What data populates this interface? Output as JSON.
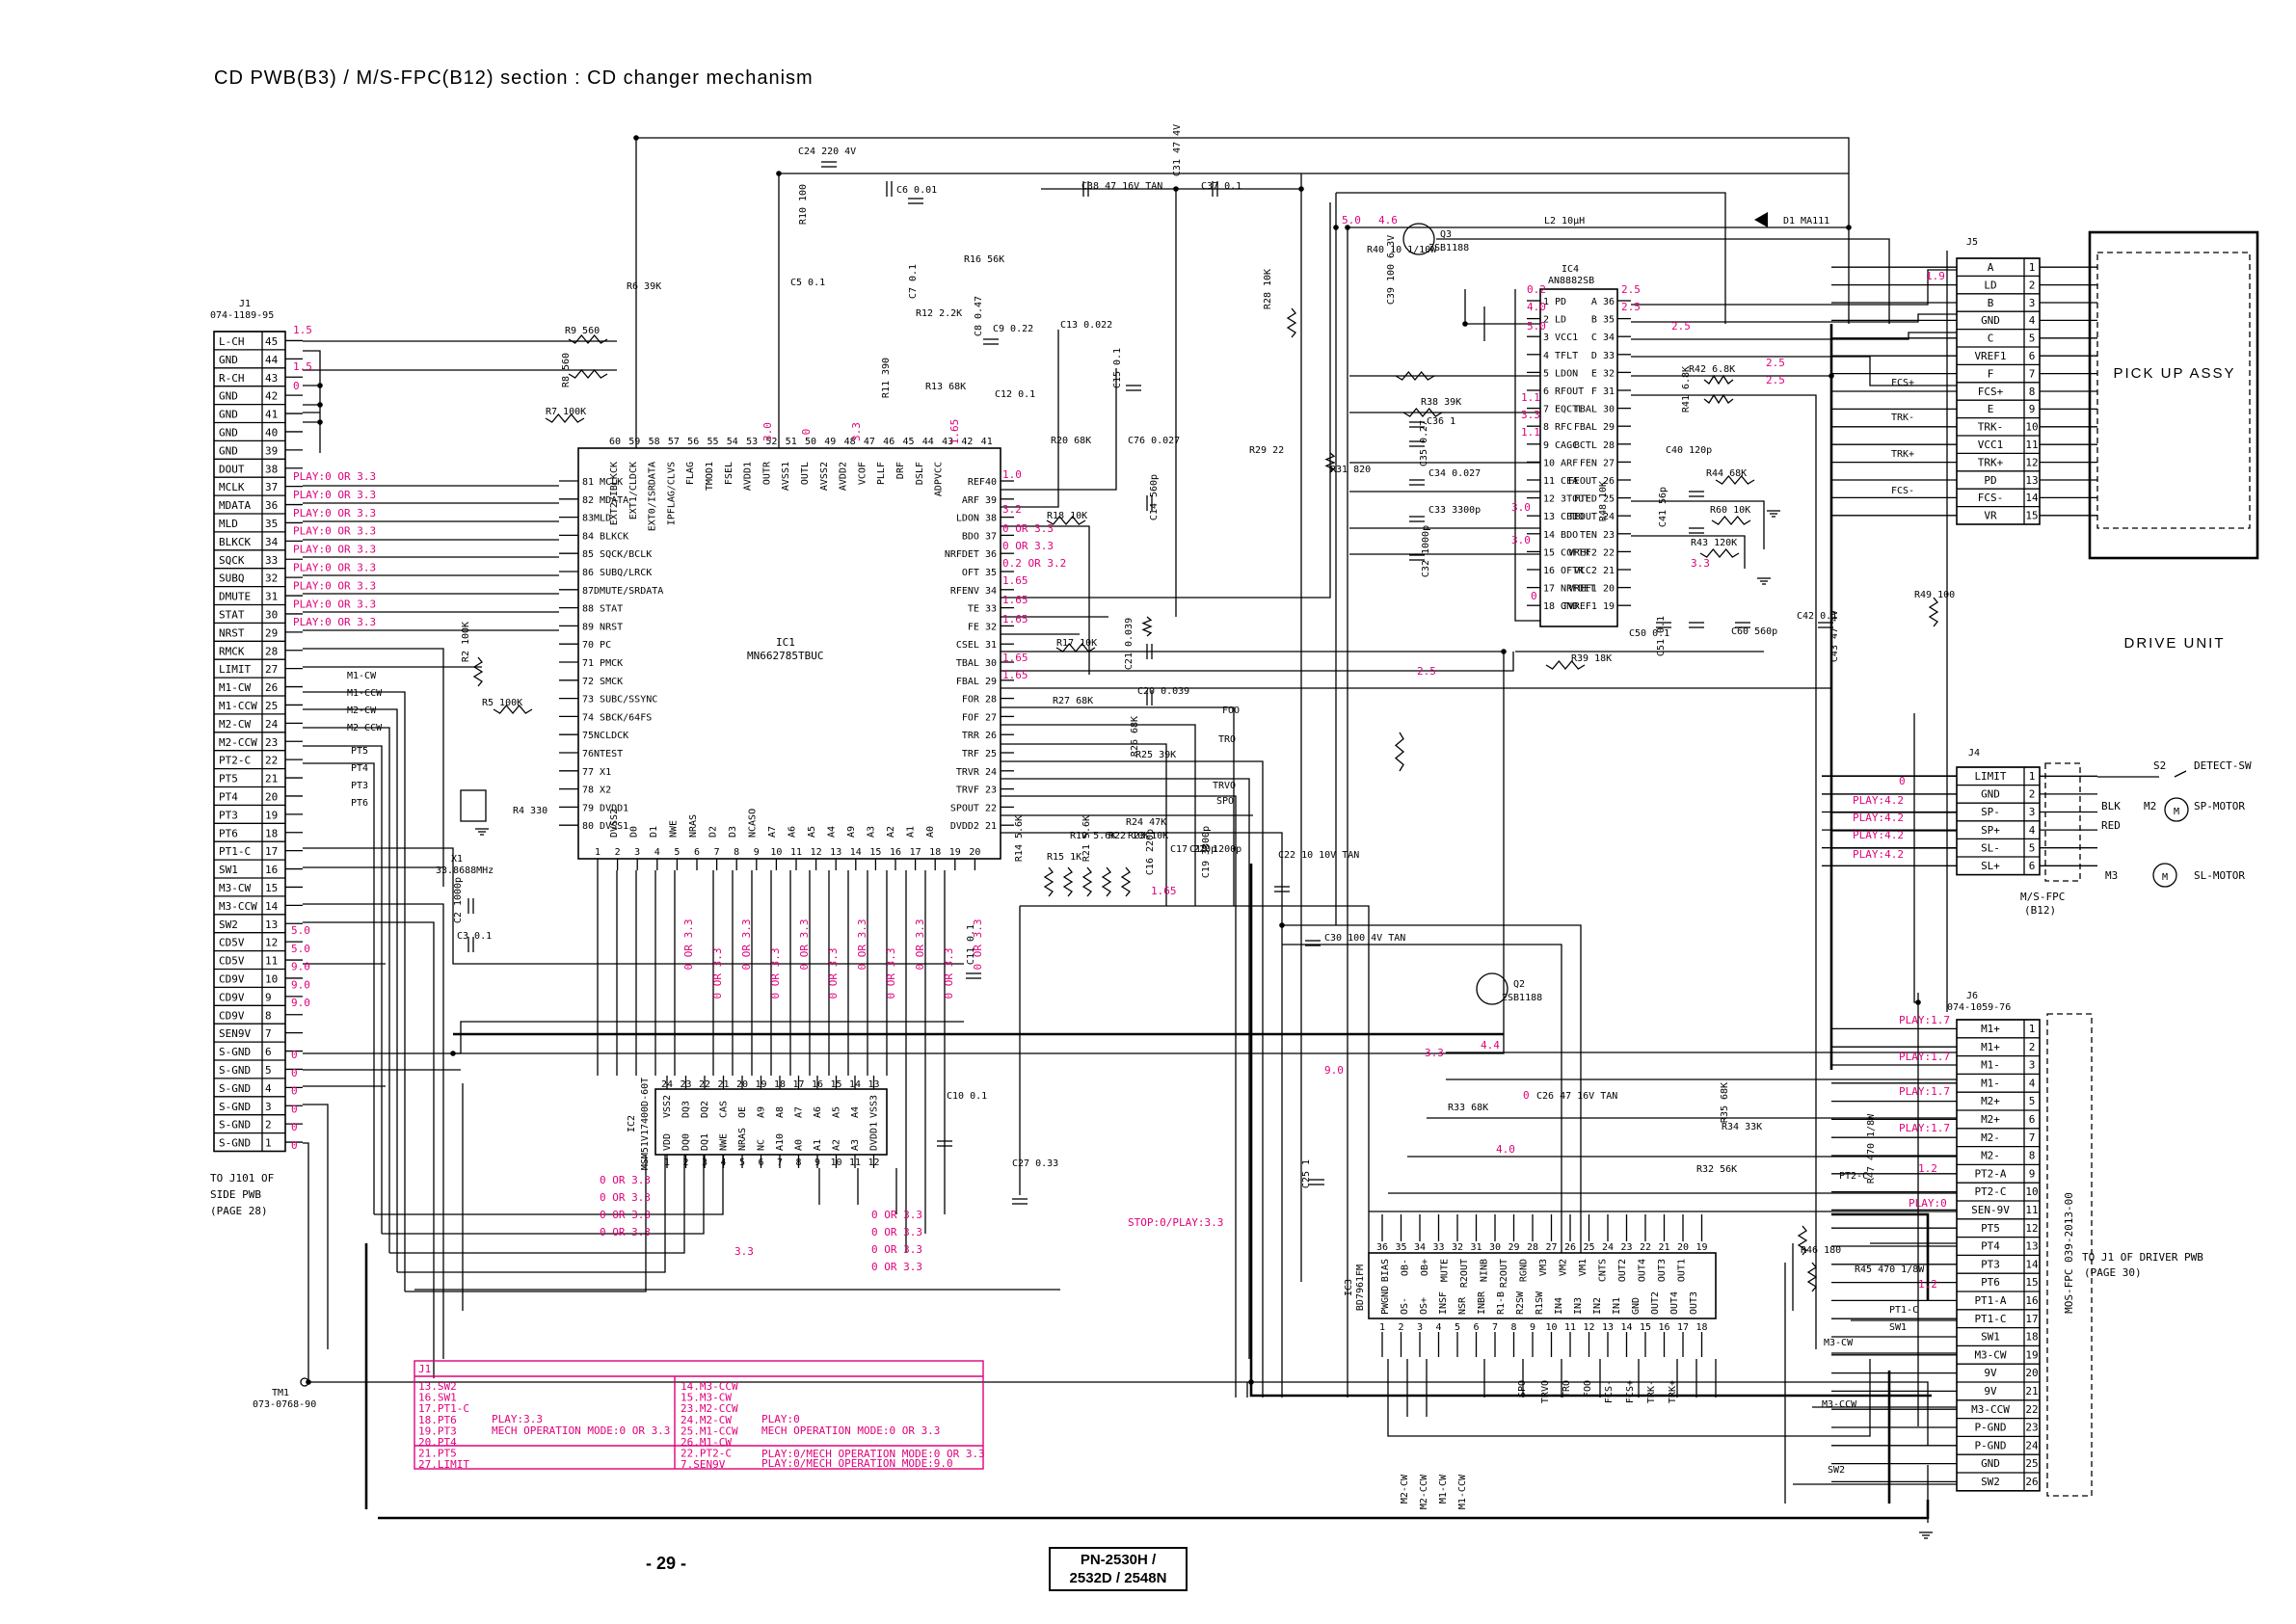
{
  "title": "CD PWB(B3) / M/S-FPC(B12) section : CD changer mechanism",
  "page_number": "- 29 -",
  "model": [
    "PN-2530H /",
    "2532D / 2548N"
  ],
  "colors": {
    "ink": "#000000",
    "voltage_annotation": "#e0007a"
  },
  "j1": {
    "ref": "J1",
    "part": "074-1189-95",
    "note": [
      "TO J101 OF",
      "SIDE PWB",
      "(PAGE 28)"
    ],
    "pins": [
      [
        "L-CH",
        "45"
      ],
      [
        "GND",
        "44"
      ],
      [
        "R-CH",
        "43"
      ],
      [
        "GND",
        "42"
      ],
      [
        "GND",
        "41"
      ],
      [
        "GND",
        "40"
      ],
      [
        "GND",
        "39"
      ],
      [
        "DOUT",
        "38"
      ],
      [
        "MCLK",
        "37"
      ],
      [
        "MDATA",
        "36"
      ],
      [
        "MLD",
        "35"
      ],
      [
        "BLKCK",
        "34"
      ],
      [
        "SQCK",
        "33"
      ],
      [
        "SUBQ",
        "32"
      ],
      [
        "DMUTE",
        "31"
      ],
      [
        "STAT",
        "30"
      ],
      [
        "NRST",
        "29"
      ],
      [
        "RMCK",
        "28"
      ],
      [
        "LIMIT",
        "27"
      ],
      [
        "M1-CW",
        "26"
      ],
      [
        "M1-CCW",
        "25"
      ],
      [
        "M2-CW",
        "24"
      ],
      [
        "M2-CCW",
        "23"
      ],
      [
        "PT2-C",
        "22"
      ],
      [
        "PT5",
        "21"
      ],
      [
        "PT4",
        "20"
      ],
      [
        "PT3",
        "19"
      ],
      [
        "PT6",
        "18"
      ],
      [
        "PT1-C",
        "17"
      ],
      [
        "SW1",
        "16"
      ],
      [
        "M3-CW",
        "15"
      ],
      [
        "M3-CCW",
        "14"
      ],
      [
        "SW2",
        "13"
      ],
      [
        "CD5V",
        "12"
      ],
      [
        "CD5V",
        "11"
      ],
      [
        "CD9V",
        "10"
      ],
      [
        "CD9V",
        "9"
      ],
      [
        "CD9V",
        "8"
      ],
      [
        "SEN9V",
        "7"
      ],
      [
        "S-GND",
        "6"
      ],
      [
        "S-GND",
        "5"
      ],
      [
        "S-GND",
        "4"
      ],
      [
        "S-GND",
        "3"
      ],
      [
        "S-GND",
        "2"
      ],
      [
        "S-GND",
        "1"
      ]
    ]
  },
  "j5": {
    "ref": "J5",
    "pins": [
      [
        "A",
        "1"
      ],
      [
        "LD",
        "2"
      ],
      [
        "B",
        "3"
      ],
      [
        "GND",
        "4"
      ],
      [
        "C",
        "5"
      ],
      [
        "VREF1",
        "6"
      ],
      [
        "F",
        "7"
      ],
      [
        "FCS+",
        "8"
      ],
      [
        "E",
        "9"
      ],
      [
        "TRK-",
        "10"
      ],
      [
        "VCC1",
        "11"
      ],
      [
        "TRK+",
        "12"
      ],
      [
        "PD",
        "13"
      ],
      [
        "FCS-",
        "14"
      ],
      [
        "VR",
        "15"
      ]
    ]
  },
  "j4": {
    "ref": "J4",
    "pins": [
      [
        "LIMIT",
        "1"
      ],
      [
        "GND",
        "2"
      ],
      [
        "SP-",
        "3"
      ],
      [
        "SP+",
        "4"
      ],
      [
        "SL-",
        "5"
      ],
      [
        "SL+",
        "6"
      ]
    ]
  },
  "j6": {
    "ref": "J6",
    "part": "074-1059-76",
    "fpc_label": "MOS-FPC  039-2013-00",
    "pins": [
      [
        "M1+",
        "1"
      ],
      [
        "M1+",
        "2"
      ],
      [
        "M1-",
        "3"
      ],
      [
        "M1-",
        "4"
      ],
      [
        "M2+",
        "5"
      ],
      [
        "M2+",
        "6"
      ],
      [
        "M2-",
        "7"
      ],
      [
        "M2-",
        "8"
      ],
      [
        "PT2-A",
        "9"
      ],
      [
        "PT2-C",
        "10"
      ],
      [
        "SEN-9V",
        "11"
      ],
      [
        "PT5",
        "12"
      ],
      [
        "PT4",
        "13"
      ],
      [
        "PT3",
        "14"
      ],
      [
        "PT6",
        "15"
      ],
      [
        "PT1-A",
        "16"
      ],
      [
        "PT1-C",
        "17"
      ],
      [
        "SW1",
        "18"
      ],
      [
        "M3-CW",
        "19"
      ],
      [
        "9V",
        "20"
      ],
      [
        "9V",
        "21"
      ],
      [
        "M3-CCW",
        "22"
      ],
      [
        "P-GND",
        "23"
      ],
      [
        "P-GND",
        "24"
      ],
      [
        "GND",
        "25"
      ],
      [
        "SW2",
        "26"
      ]
    ],
    "note": [
      "TO J1 OF DRIVER PWB",
      "(PAGE 30)"
    ]
  },
  "pickup": {
    "label": "PICK UP ASSY"
  },
  "drive": {
    "label": "DRIVE UNIT",
    "detect": "DETECT-SW",
    "s2": "S2",
    "blk": "BLK",
    "red": "RED",
    "m2": "M2",
    "m3": "M3",
    "sp_motor": "SP-MOTOR",
    "sl_motor": "SL-MOTOR",
    "fpc": [
      "M/S-FPC",
      "(B12)"
    ]
  },
  "ic1": {
    "ref": "IC1",
    "part": "MN662785TBUC",
    "left_pins": [
      "81 MCLK",
      "82 MDATA",
      "83MLD",
      "84 BLKCK",
      "85 SQCK/BCLK",
      "86 SUBQ/LRCK",
      "87DMUTE/SRDATA",
      "88 STAT",
      "89 NRST",
      "70 PC",
      "71 PMCK",
      "72 SMCK",
      "73 SUBC/SSYNC",
      "74 SBCK/64FS",
      "75NCLDCK",
      "76NTEST",
      "77 X1",
      "78 X2",
      "79 DVDD1",
      "80 DVSS1"
    ],
    "right_pins": [
      "REF40",
      "ARF 39",
      "LDON 38",
      "BDO 37",
      "NRFDET 36",
      "OFT 35",
      "RFENV 34",
      "TE 33",
      "FE 32",
      "CSEL 31",
      "TBAL 30",
      "FBAL 29",
      "FOR 28",
      "FOF 27",
      "TRR 26",
      "TRF 25",
      "TRVR 24",
      "TRVF 23",
      "SPOUT 22",
      "DVDD2 21"
    ],
    "top_pins": [
      "EXT2/IBLKCK",
      "EXT1/CLDCK",
      "EXT0/ISRDATA",
      "IPFLAG/CLVS",
      "FLAG",
      "TMOD1",
      "FSEL",
      "AVDD1",
      "OUTR",
      "AVSS1",
      "OUTL",
      "AVSS2",
      "AVDD2",
      "VCOF",
      "PLLF",
      "DRF",
      "DSLF",
      "ADPVCC"
    ],
    "top_nums": [
      "60",
      "59",
      "58",
      "57",
      "56",
      "55",
      "54",
      "53",
      "52",
      "51",
      "50",
      "49",
      "48",
      "47",
      "46",
      "45",
      "44",
      "43",
      "42",
      "41"
    ],
    "bottom_pins": [
      "DVSS2",
      "D0",
      "D1",
      "NWE",
      "NRAS",
      "D2",
      "D3",
      "NCASO",
      "A7",
      "A6",
      "A5",
      "A4",
      "A9",
      "A3",
      "A2",
      "A1",
      "A0"
    ],
    "bottom_nums": [
      "1",
      "2",
      "3",
      "4",
      "5",
      "6",
      "7",
      "8",
      "9",
      "10",
      "11",
      "12",
      "13",
      "14",
      "15",
      "16",
      "17",
      "18",
      "19",
      "20"
    ]
  },
  "ic2": {
    "ref": "IC2",
    "part": "MSM51V17400D-60T",
    "pins_top": [
      "24",
      "23",
      "22",
      "21",
      "20",
      "19",
      "18",
      "17",
      "16",
      "15",
      "14",
      "13"
    ],
    "pins_bottom": [
      "1",
      "2",
      "3",
      "4",
      "5",
      "6",
      "7",
      "8",
      "9",
      "10",
      "11",
      "12"
    ],
    "labels": [
      "VDD",
      "DQ0",
      "DQ1",
      "NWE",
      "NRAS",
      "NC",
      "A10",
      "A0",
      "A1",
      "A2",
      "A3",
      "DVDD1",
      "VSS2",
      "DQ3",
      "DQ2",
      "CAS",
      "OE",
      "A9",
      "A8",
      "A7",
      "A6",
      "A5",
      "A4",
      "VSS3"
    ]
  },
  "ic3": {
    "ref": "IC3",
    "part": "BD7961FM",
    "top_nums": [
      "36",
      "35",
      "34",
      "33",
      "32",
      "31",
      "30",
      "29",
      "28",
      "27",
      "26",
      "25",
      "24",
      "23",
      "22",
      "21",
      "20",
      "19"
    ],
    "bottom_nums": [
      "1",
      "2",
      "3",
      "4",
      "5",
      "6",
      "7",
      "8",
      "9",
      "10",
      "11",
      "12",
      "13",
      "14",
      "15",
      "16",
      "17",
      "18"
    ],
    "top_labels": [
      "BIAS",
      "OB-",
      "OB+",
      "MUTE",
      "R2OUT",
      "NINB",
      "R2OUT",
      "RGND",
      "VM3",
      "VM2",
      "VM1",
      "CNTS",
      "OUT2",
      "OUT4",
      "OUT3",
      "OUT1"
    ],
    "bottom_labels": [
      "PWGND",
      "OS-",
      "OS+",
      "INSF",
      "NSR",
      "INBR",
      "R1-B",
      "R2SW",
      "R1SW",
      "IN4",
      "IN3",
      "IN2",
      "IN1",
      "GND",
      "OUT2",
      "OUT4",
      "OUT3"
    ]
  },
  "ic4": {
    "ref": "IC4",
    "part": "AN8882SB",
    "left_pins": [
      "1 PD",
      "2 LD",
      "3 VCC1",
      "4 TFLT",
      "5 LDON",
      "6 RFOUT",
      "7 EQCTL",
      "8 RFC",
      "9 CAGC",
      "10 ARF",
      "11 CEA",
      "12 3TOUT",
      "13 CBDO",
      "14 BDO",
      "15 COFTR",
      "16 OFTR",
      "17 NRFDET",
      "18 GND"
    ],
    "right_pins": [
      "A 36",
      "B 35",
      "C 34",
      "D 33",
      "E 32",
      "F 31",
      "TBAL 30",
      "FBAL 29",
      "BCTL 28",
      "FEN 27",
      "FEOUT 26",
      "FTED 25",
      "TEOUT 24",
      "TEN 23",
      "VREF2 22",
      "VCC2 21",
      "VREF1 20",
      "TVREF1 19"
    ]
  },
  "q2": {
    "ref": "Q2",
    "part": "2SB1188"
  },
  "q3": {
    "ref": "Q3",
    "part": "2SB1188"
  },
  "d1": {
    "ref": "D1",
    "part": "MA111"
  },
  "l2": {
    "ref": "L2",
    "part": "10μH"
  },
  "x1": {
    "ref": "X1",
    "part": "33.8688MHz"
  },
  "tm1": {
    "ref": "TM1",
    "part": "073-0768-90"
  },
  "components": [
    {
      "ref": "C24",
      "v": "220 4V"
    },
    {
      "ref": "C31",
      "v": "47 4V"
    },
    {
      "ref": "C38",
      "v": "47 16V TAN"
    },
    {
      "ref": "C37",
      "v": "0.1"
    },
    {
      "ref": "R10",
      "v": "100"
    },
    {
      "ref": "C6",
      "v": "0.01"
    },
    {
      "ref": "C5",
      "v": "0.1"
    },
    {
      "ref": "C7",
      "v": "0.1"
    },
    {
      "ref": "R16",
      "v": "56K"
    },
    {
      "ref": "R12",
      "v": "2.2K"
    },
    {
      "ref": "C8",
      "v": "0.47"
    },
    {
      "ref": "C9",
      "v": "0.22"
    },
    {
      "ref": "C13",
      "v": "0.022"
    },
    {
      "ref": "R11",
      "v": "390"
    },
    {
      "ref": "R13",
      "v": "68K"
    },
    {
      "ref": "C12",
      "v": "0.1"
    },
    {
      "ref": "C15",
      "v": "0.1"
    },
    {
      "ref": "R20",
      "v": "68K"
    },
    {
      "ref": "C76",
      "v": "0.027"
    },
    {
      "ref": "R28",
      "v": "10K"
    },
    {
      "ref": "R29",
      "v": "22"
    },
    {
      "ref": "R9",
      "v": "560"
    },
    {
      "ref": "R8",
      "v": "560"
    },
    {
      "ref": "R6",
      "v": "39K"
    },
    {
      "ref": "R7",
      "v": "100K"
    },
    {
      "ref": "C14",
      "v": "560p"
    },
    {
      "ref": "R18",
      "v": "10K"
    },
    {
      "ref": "R17",
      "v": "10K"
    },
    {
      "ref": "C21",
      "v": "0.039"
    },
    {
      "ref": "C20",
      "v": "0.039"
    },
    {
      "ref": "R27",
      "v": "68K"
    },
    {
      "ref": "R26",
      "v": "68K"
    },
    {
      "ref": "R25",
      "v": "39K"
    },
    {
      "ref": "R24",
      "v": "47K"
    },
    {
      "ref": "R14",
      "v": "5.6K"
    },
    {
      "ref": "R15",
      "v": "1K"
    },
    {
      "ref": "R19",
      "v": "5.6K"
    },
    {
      "ref": "R21",
      "v": "5.6K"
    },
    {
      "ref": "R22",
      "v": "10K"
    },
    {
      "ref": "R23",
      "v": "10K"
    },
    {
      "ref": "C16",
      "v": "220p"
    },
    {
      "ref": "C17",
      "v": "220p"
    },
    {
      "ref": "C18",
      "v": "1200p"
    },
    {
      "ref": "C19",
      "v": "3300p"
    },
    {
      "ref": "C22",
      "v": "10 10V TAN"
    },
    {
      "ref": "C30",
      "v": "100 4V TAN"
    },
    {
      "ref": "C11",
      "v": "0.1"
    },
    {
      "ref": "C10",
      "v": "0.1"
    },
    {
      "ref": "C27",
      "v": "0.33"
    },
    {
      "ref": "C25",
      "v": "1"
    },
    {
      "ref": "C26",
      "v": "47 16V TAN"
    },
    {
      "ref": "R33",
      "v": "68K"
    },
    {
      "ref": "R35",
      "v": "68K"
    },
    {
      "ref": "R34",
      "v": "33K"
    },
    {
      "ref": "R32",
      "v": "56K"
    },
    {
      "ref": "R47",
      "v": "470 1/8W"
    },
    {
      "ref": "R45",
      "v": "470 1/8W"
    },
    {
      "ref": "R46",
      "v": "180"
    },
    {
      "ref": "R2",
      "v": "100K"
    },
    {
      "ref": "R5",
      "v": "100K"
    },
    {
      "ref": "R4",
      "v": "330"
    },
    {
      "ref": "C2",
      "v": "1000p"
    },
    {
      "ref": "C3",
      "v": "0.1"
    },
    {
      "ref": "R40",
      "v": "10 1/10W"
    },
    {
      "ref": "C39",
      "v": "100 6.3V"
    },
    {
      "ref": "R38",
      "v": "39K"
    },
    {
      "ref": "C36",
      "v": "1"
    },
    {
      "ref": "C35",
      "v": "0.27"
    },
    {
      "ref": "C34",
      "v": "0.027"
    },
    {
      "ref": "C33",
      "v": "3300p"
    },
    {
      "ref": "C32",
      "v": "1000p"
    },
    {
      "ref": "R31",
      "v": "820"
    },
    {
      "ref": "R42",
      "v": "6.8K"
    },
    {
      "ref": "R41",
      "v": "6.8K"
    },
    {
      "ref": "C40",
      "v": "120p"
    },
    {
      "ref": "R44",
      "v": "68K"
    },
    {
      "ref": "C41",
      "v": "56p"
    },
    {
      "ref": "R60",
      "v": "10K"
    },
    {
      "ref": "R43",
      "v": "120K"
    },
    {
      "ref": "R48",
      "v": "10K"
    },
    {
      "ref": "R39",
      "v": "18K"
    },
    {
      "ref": "C50",
      "v": "0.1"
    },
    {
      "ref": "C51",
      "v": "0.1"
    },
    {
      "ref": "C60",
      "v": "560p"
    },
    {
      "ref": "C42",
      "v": "0.1"
    },
    {
      "ref": "C43",
      "v": "47 4V"
    },
    {
      "ref": "R49",
      "v": "100"
    }
  ],
  "voltages": {
    "j1_top": [
      "1.5",
      "1.5",
      "0"
    ],
    "j1_play": [
      "PLAY:0 OR 3.3",
      "PLAY:0 OR 3.3",
      "PLAY:0 OR 3.3",
      "PLAY:0 OR 3.3",
      "PLAY:0 OR 3.3",
      "PLAY:0 OR 3.3",
      "PLAY:0 OR 3.3",
      "PLAY:0 OR 3.3",
      "PLAY:0 OR 3.3"
    ],
    "j1_pwr": [
      "5.0",
      "5.0",
      "9.0",
      "9.0",
      "9.0"
    ],
    "j1_gnd": [
      "0",
      "0",
      "0",
      "0",
      "0",
      "0"
    ],
    "ic1_right": [
      "1.0",
      "3.2",
      "0 OR 3.3",
      "0 OR 3.3",
      "0.2 OR 3.2",
      "1.65",
      "1.65",
      "1.65",
      "1.65",
      "1.65"
    ],
    "ic1_top": [
      "3.0",
      "0",
      "3.3",
      "1.65"
    ],
    "ic1_bus": [
      "0 OR 3.3",
      "0 OR 3.3",
      "0 OR 3.3",
      "0 OR 3.3",
      "0 OR 3.3",
      "0 OR 3.3",
      "0 OR 3.3",
      "0 OR 3.3",
      "0 OR 3.3",
      "0 OR 3.3",
      "0 OR 3.3"
    ],
    "ic2_bus": [
      "0 OR 3.3",
      "0 OR 3.3",
      "0 OR 3.3",
      "0 OR 3.3",
      "0 OR 3.3",
      "0 OR 3.3",
      "0 OR 3.3",
      "0 OR 3.3",
      "3.3"
    ],
    "ic4_left": [
      "5.0",
      "4.6",
      "0.2",
      "4.0",
      "5.0",
      "1.1",
      "3.3",
      "1.1",
      "3.0",
      "3.0",
      "0"
    ],
    "ic4_right": [
      "2.5",
      "2.5",
      "2.5",
      "2.5",
      "2.5",
      "3.3",
      "2.5",
      "1.65",
      "3.3",
      "0"
    ],
    "j4": [
      "0",
      "PLAY:4.2",
      "PLAY:4.2",
      "PLAY:4.2",
      "PLAY:4.2"
    ],
    "j6": [
      "PLAY:1.7",
      "PLAY:1.7",
      "PLAY:1.7",
      "PLAY:1.7",
      "PLAY:0",
      "1.2",
      "1.2"
    ],
    "misc": [
      "1.9",
      "9.0",
      "4.4",
      "4.0",
      "STOP:0/PLAY:3.3"
    ]
  },
  "nets": [
    "FCS+",
    "TRK-",
    "TRK+",
    "FCS-",
    "FOO",
    "TRO",
    "TRVO",
    "SPO",
    "PT2-C",
    "PT1-C",
    "SW1",
    "M3-CW",
    "M3-CCW",
    "SW2",
    "M1-CW",
    "M1-CCW",
    "M2-CW",
    "M2-CCW",
    "PT5",
    "PT4",
    "PT3",
    "PT6",
    "SPO",
    "TRVO",
    "TRO",
    "FOO",
    "FCS-",
    "FCS+",
    "TRK-",
    "TRK+",
    "M2-CW",
    "M2-CCW",
    "M1-CW",
    "M1-CCW"
  ],
  "legend": {
    "title": "J1",
    "rows": [
      [
        "13.SW2",
        "14.M3-CCW"
      ],
      [
        "16.SW1",
        "15.M3-CW"
      ],
      [
        "17.PT1-C",
        "23.M2-CCW"
      ],
      [
        "18.PT6",
        "24.M2-CW"
      ],
      [
        "19.PT3",
        "25.M1-CCW"
      ],
      [
        "20.PT4",
        "26.M1-CW"
      ],
      [
        "21.PT5",
        "22.PT2-C"
      ],
      [
        "27.LIMIT",
        "7.SEN9V"
      ]
    ],
    "notes_left": [
      "PLAY:3.3",
      "MECH OPERATION MODE:0 OR 3.3"
    ],
    "notes_right": [
      "PLAY:0",
      "MECH OPERATION MODE:0 OR 3.3",
      "PLAY:0/MECH OPERATION MODE:0 OR 3.3",
      "PLAY:0/MECH OPERATION MODE:9.0"
    ]
  }
}
